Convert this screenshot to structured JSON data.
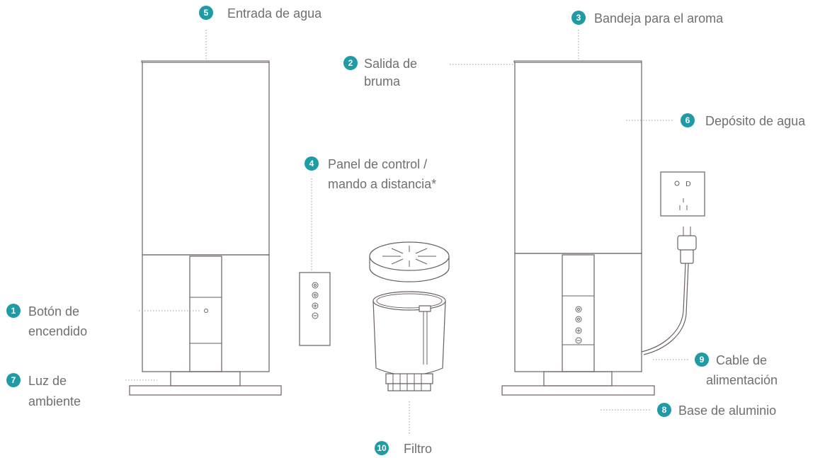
{
  "accent_color": "#1f9ba6",
  "callouts": [
    {
      "number": "1",
      "lines": [
        "Botón de",
        "encendido"
      ]
    },
    {
      "number": "2",
      "lines": [
        "Salida de",
        "bruma"
      ]
    },
    {
      "number": "3",
      "lines": [
        "Bandeja para el aroma"
      ]
    },
    {
      "number": "4",
      "lines": [
        "Panel de control /",
        "mando a distancia*"
      ]
    },
    {
      "number": "5",
      "lines": [
        "Entrada de agua"
      ]
    },
    {
      "number": "6",
      "lines": [
        "Depósito de agua"
      ]
    },
    {
      "number": "7",
      "lines": [
        "Luz de",
        "ambiente"
      ]
    },
    {
      "number": "8",
      "lines": [
        "Base de aluminio"
      ]
    },
    {
      "number": "9",
      "lines": [
        "Cable de",
        "alimentación"
      ]
    },
    {
      "number": "10",
      "lines": [
        "Filtro"
      ]
    }
  ],
  "icons": [
    "humidifier-front",
    "humidifier-back",
    "remote-control",
    "filter",
    "filter-cap",
    "wall-outlet",
    "power-plug"
  ]
}
